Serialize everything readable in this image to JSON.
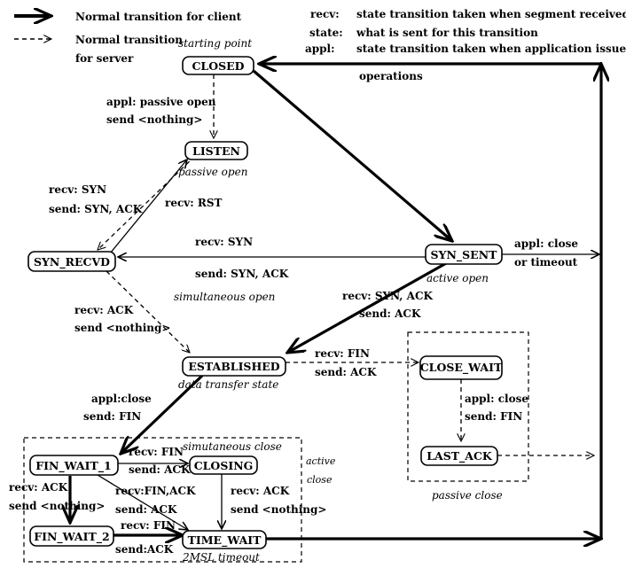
{
  "legend": {
    "client": "Normal transition for client",
    "server_line1": "Normal transition",
    "server_line2": "for server",
    "recv_key": "recv:",
    "recv_desc": "state transition taken when segment  received",
    "state_key": "state:",
    "state_desc": "what is sent for  this transition",
    "appl_key": "appl:",
    "appl_desc_line1": "state transition taken when application issues",
    "appl_desc_line2": "operations"
  },
  "states": {
    "closed": "CLOSED",
    "listen": "LISTEN",
    "syn_recvd": "SYN_RECVD",
    "syn_sent": "SYN_SENT",
    "established": "ESTABLISHED",
    "close_wait": "CLOSE_WAIT",
    "last_ack": "LAST_ACK",
    "fin_wait_1": "FIN_WAIT_1",
    "closing": "CLOSING",
    "fin_wait_2": "FIN_WAIT_2",
    "time_wait": "TIME_WAIT"
  },
  "annotations": {
    "starting_point": "starting point",
    "passive_open": "passive open",
    "simultaneous_open": "simultaneous open",
    "active_open": "active open",
    "data_transfer_state": "data transfer state",
    "simultaneous_close": "simutaneous close",
    "active": "active",
    "close": "close",
    "passive_close": "passive close",
    "msl_timeout": "2MSL timeout"
  },
  "transitions": {
    "closed_listen_1": "appl: passive open",
    "closed_listen_2": "send <nothing>",
    "listen_synrecvd_1": "recv: SYN",
    "listen_synrecvd_2": "send: SYN, ACK",
    "synrecvd_listen": "recv: RST",
    "synsent_synrecvd_1": "recv: SYN",
    "synsent_synrecvd_2": "send: SYN, ACK",
    "synsent_close_1": "appl: close",
    "synsent_close_2": "or timeout",
    "synsent_est_1": "recv: SYN, ACK",
    "synsent_est_2": "send: ACK",
    "synrecvd_est_1": "recv: ACK",
    "synrecvd_est_2": "send <nothing>",
    "est_closewait_1": "recv: FIN",
    "est_closewait_2": "send: ACK",
    "closewait_lastack_1": "appl: close",
    "closewait_lastack_2": "send: FIN",
    "est_finwait1_1": "appl:close",
    "est_finwait1_2": "send: FIN",
    "finwait1_closing_1": "recv: FIN",
    "finwait1_closing_2": "send: ACK",
    "finwait1_finwait2_1": "recv: ACK",
    "finwait1_finwait2_2": "send <nothing>",
    "finwait1_timewait_1": "recv:FIN,ACK",
    "finwait1_timewait_2": "send: ACK",
    "closing_timewait_1": "recv: ACK",
    "closing_timewait_2": "send <nothing>",
    "finwait2_timewait_1": "recv: FIN",
    "finwait2_timewait_2": "send:ACK"
  }
}
